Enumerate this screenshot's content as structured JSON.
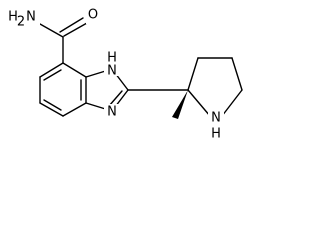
{
  "molecule": {
    "labels": {
      "amide_nh2": "H2N",
      "amide_o": "O",
      "imidazole_nh": "H\nN",
      "imidazole_n": "N",
      "pyrrolidine_nh": "N\nH"
    },
    "label_text": {
      "h2n_h": "H",
      "h2n_sub": "2",
      "h2n_n": "N",
      "o": "O",
      "imid_h": "H",
      "imid_n_top": "N",
      "imid_n_bottom": "N",
      "pyr_n": "N",
      "pyr_h": "H"
    },
    "colors": {
      "bond": "#000000",
      "text": "#000000",
      "background": "#ffffff"
    }
  }
}
